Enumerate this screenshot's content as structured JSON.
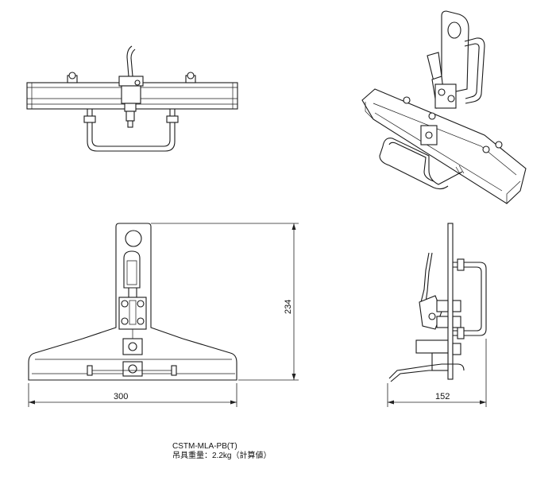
{
  "drawing": {
    "dimensions": {
      "width": "300",
      "height": "234",
      "depth": "152"
    },
    "caption": {
      "model": "CSTM-MLA-PB(T)",
      "weight": "吊具重量：2.2kg（計算値）"
    }
  }
}
